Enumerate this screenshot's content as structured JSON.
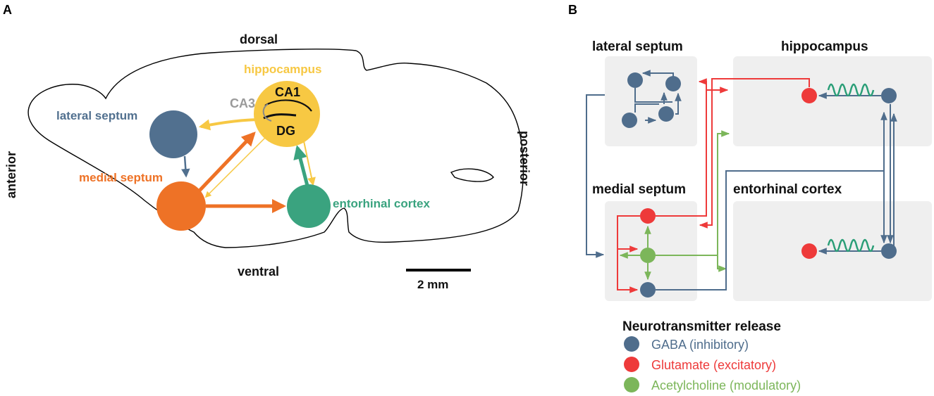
{
  "panel_a": {
    "letter": "A",
    "dorsal": "dorsal",
    "ventral": "ventral",
    "anterior": "anterior",
    "posterior": "posterior",
    "scale_label": "2 mm",
    "hippocampus": "hippocampus",
    "ca1": "CA1",
    "ca3": "CA3",
    "dg": "DG",
    "lateral_septum": "lateral septum",
    "medial_septum": "medial septum",
    "entorhinal_cortex": "entorhinal cortex"
  },
  "panel_b": {
    "letter": "B",
    "lateral_septum": "lateral septum",
    "hippocampus": "hippocampus",
    "medial_septum": "medial septum",
    "entorhinal_cortex": "entorhinal cortex"
  },
  "legend": {
    "title": "Neurotransmitter release",
    "items": [
      {
        "label": "GABA (inhibitory)",
        "color": "#4f6d8c"
      },
      {
        "label": "Glutamate (excitatory)",
        "color": "#ee3a3a"
      },
      {
        "label": "Acetylcholine (modulatory)",
        "color": "#7cb65a"
      }
    ]
  },
  "colors": {
    "gaba": "#4f6d8c",
    "glutamate": "#ee3a3a",
    "acetylcholine": "#7cb65a",
    "hippocampus": "#f7c843",
    "medial_septum": "#ee7226",
    "lateral_septum": "#51708f",
    "entorhinal": "#3aa37f",
    "oscillation": "#2a9e77"
  }
}
